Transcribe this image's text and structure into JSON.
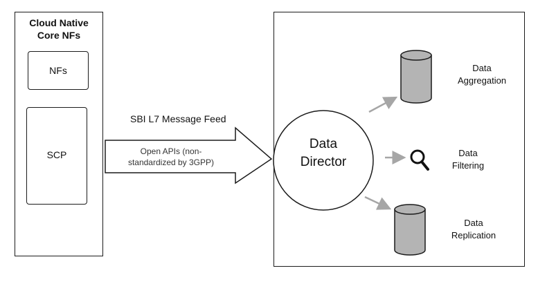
{
  "left_panel": {
    "title_line1": "Cloud Native",
    "title_line2": "Core NFs",
    "nfs_label": "NFs",
    "scp_label": "SCP"
  },
  "feed": {
    "title": "SBI L7 Message Feed",
    "arrow_line1": "Open APIs (non-",
    "arrow_line2": "standardized by 3GPP)"
  },
  "director": {
    "line1": "Data",
    "line2": "Director"
  },
  "outputs": {
    "aggregation": {
      "line1": "Data",
      "line2": "Aggregation",
      "icon": "database-cylinder-icon"
    },
    "filtering": {
      "line1": "Data",
      "line2": "Filtering",
      "icon": "magnifier-icon"
    },
    "replication": {
      "line1": "Data",
      "line2": "Replication",
      "icon": "database-cylinder-icon"
    }
  }
}
